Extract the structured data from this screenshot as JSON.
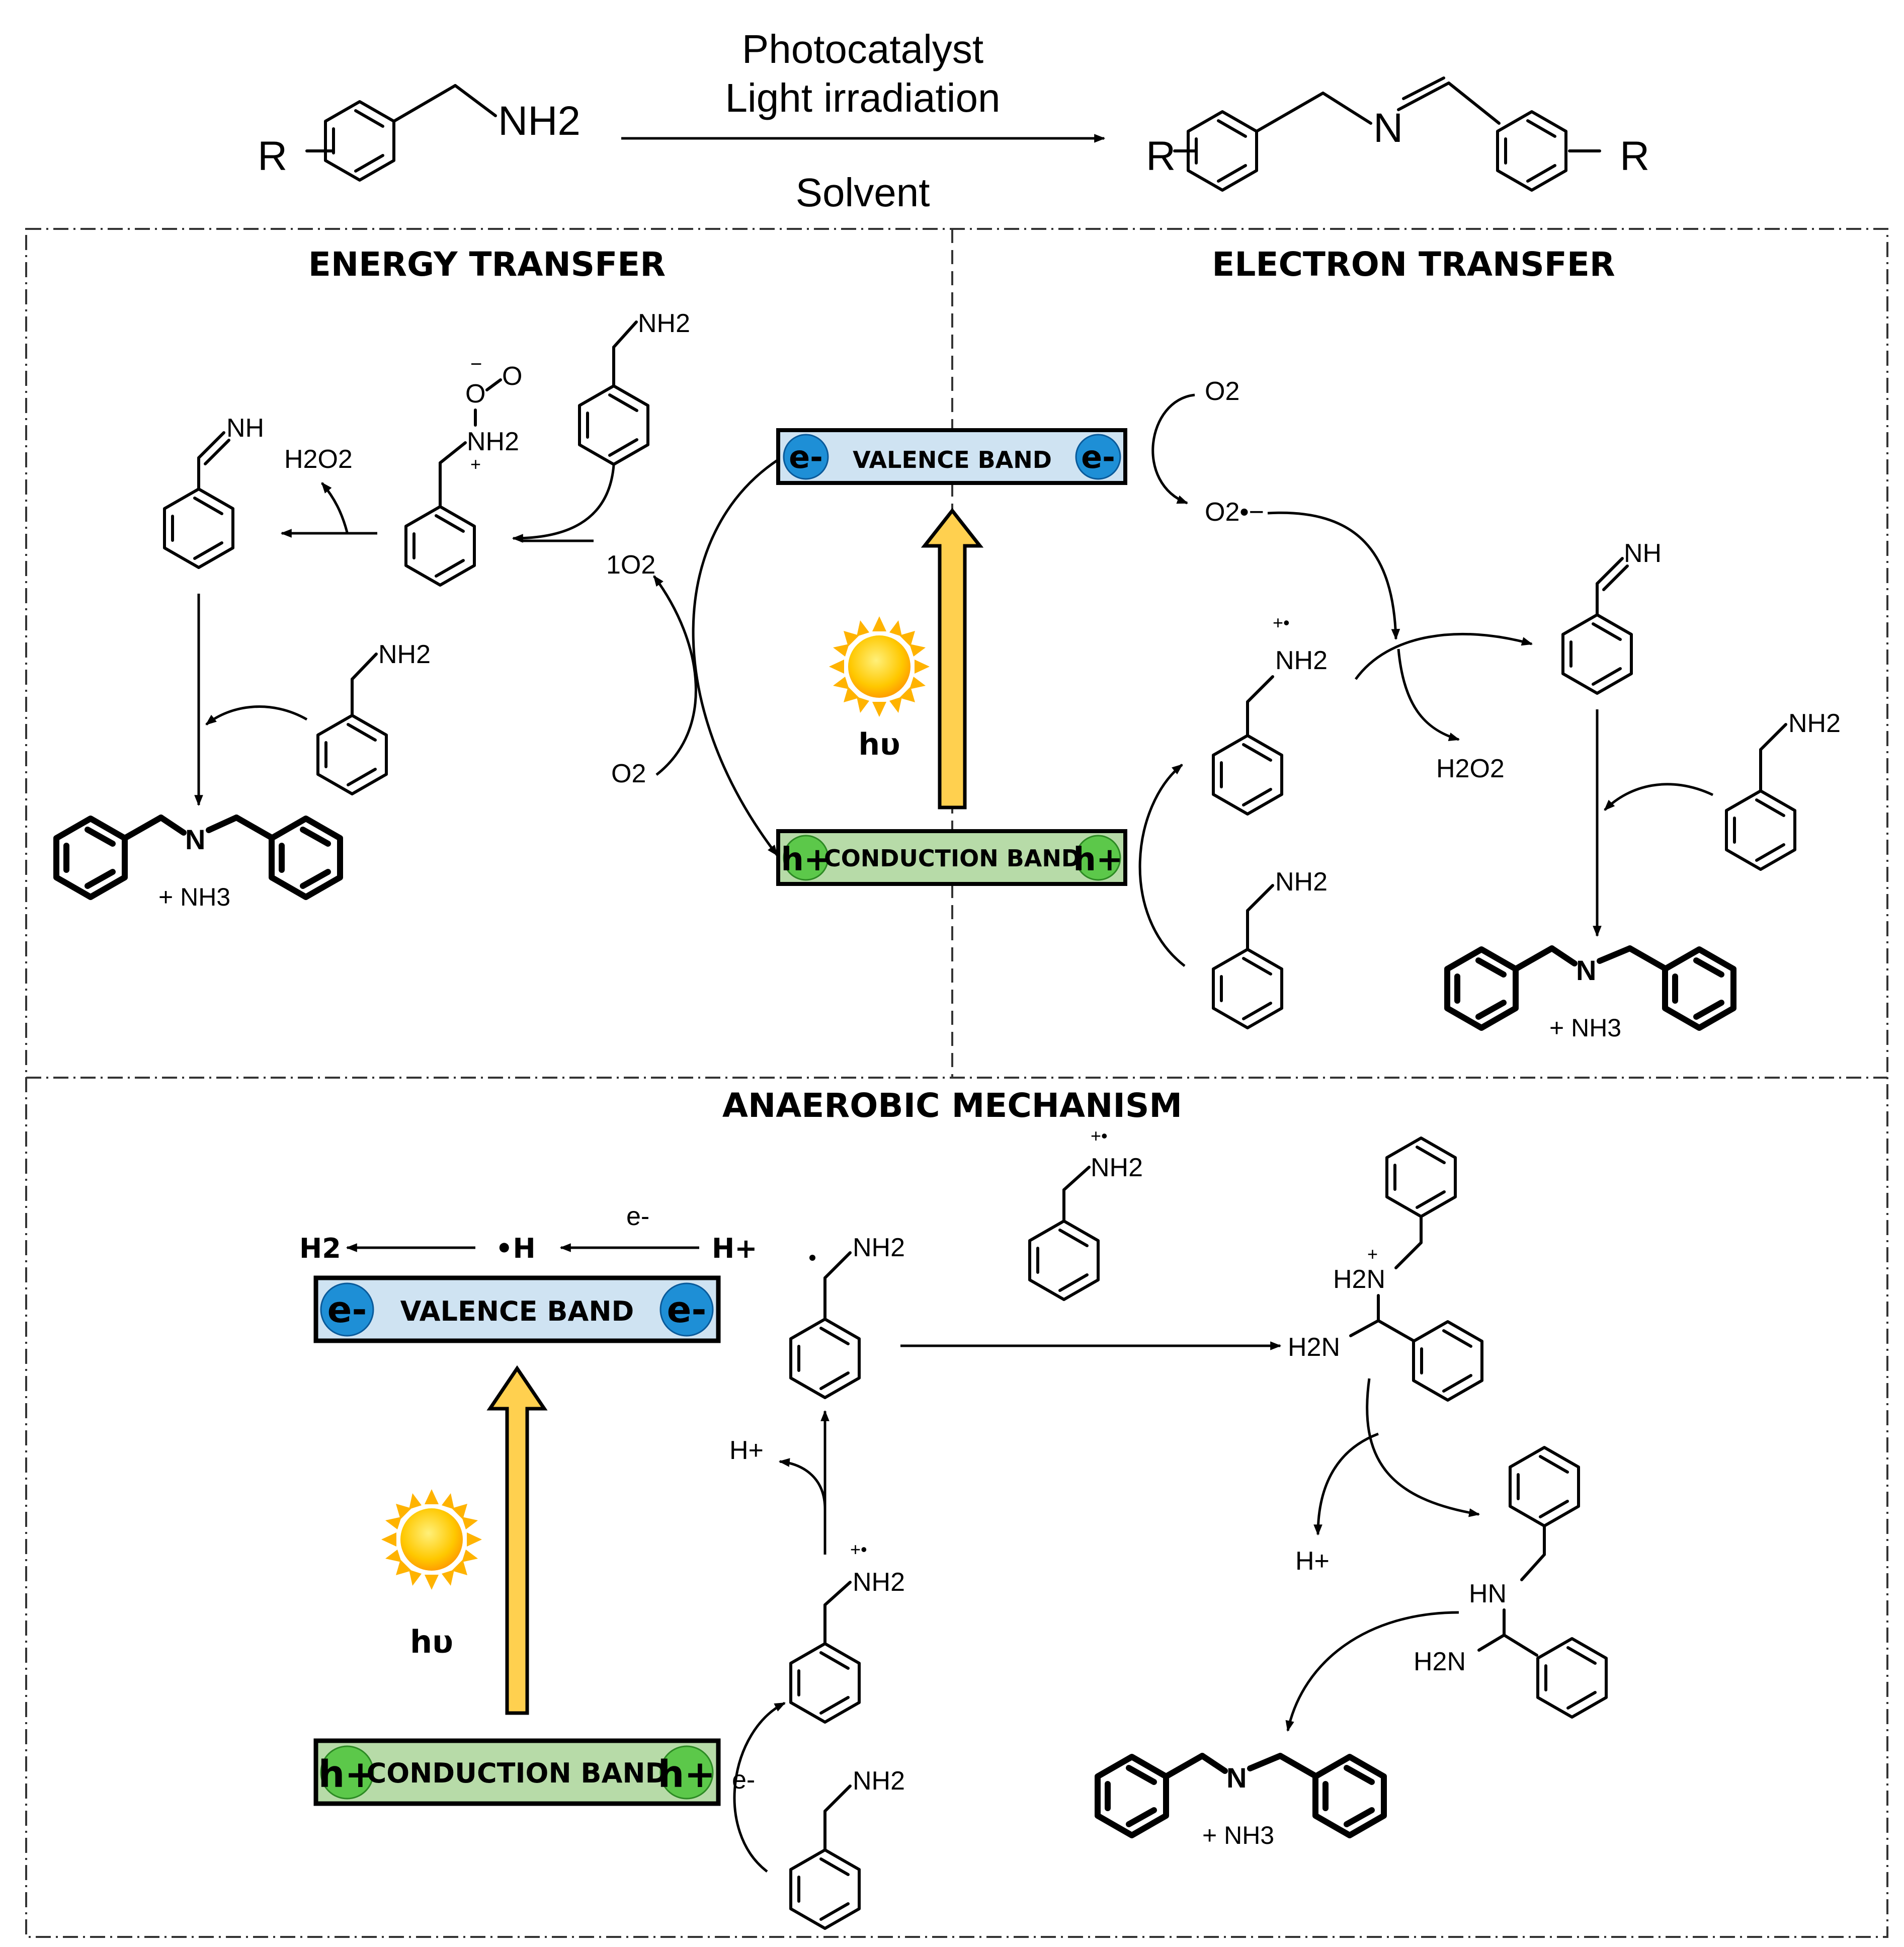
{
  "reaction": {
    "reagent_line1": "Photocatalyst",
    "reagent_line2": "Light irradiation",
    "reagent_line3": "Solvent",
    "substituent": "R",
    "amine_label": "NH2",
    "imine_n": "N"
  },
  "panels": {
    "energy_transfer": "ENERGY TRANSFER",
    "electron_transfer": "ELECTRON TRANSFER",
    "anaerobic": "ANAEROBIC MECHANISM"
  },
  "bands": {
    "valence": "VALENCE BAND",
    "conduction": "CONDUCTION BAND",
    "electron": "e-",
    "hole": "h+",
    "light": "hυ"
  },
  "species": {
    "nh2": "NH2",
    "nh": "NH",
    "nh3_plus": "+ NH3",
    "o2": "O2",
    "singlet_o2": "1O2",
    "superoxide": "O2•−",
    "h2o2": "H2O2",
    "h2": "H2",
    "h_radical": "•H",
    "h_plus": "H+",
    "e_minus": "e-",
    "hn": "HN",
    "h2n": "H2N",
    "n": "N",
    "o_minus": "−",
    "plus": "+",
    "radical_cation": "+•"
  },
  "colors": {
    "valence_fill": "#cfe3f2",
    "conduction_fill": "#b7dba8",
    "electron_circle": "#1e8fd6",
    "hole_circle": "#5cc84a",
    "arrow_fill": "#ffd04f",
    "sun_outer": "#ffc400",
    "sun_inner": "#ffe55a"
  }
}
